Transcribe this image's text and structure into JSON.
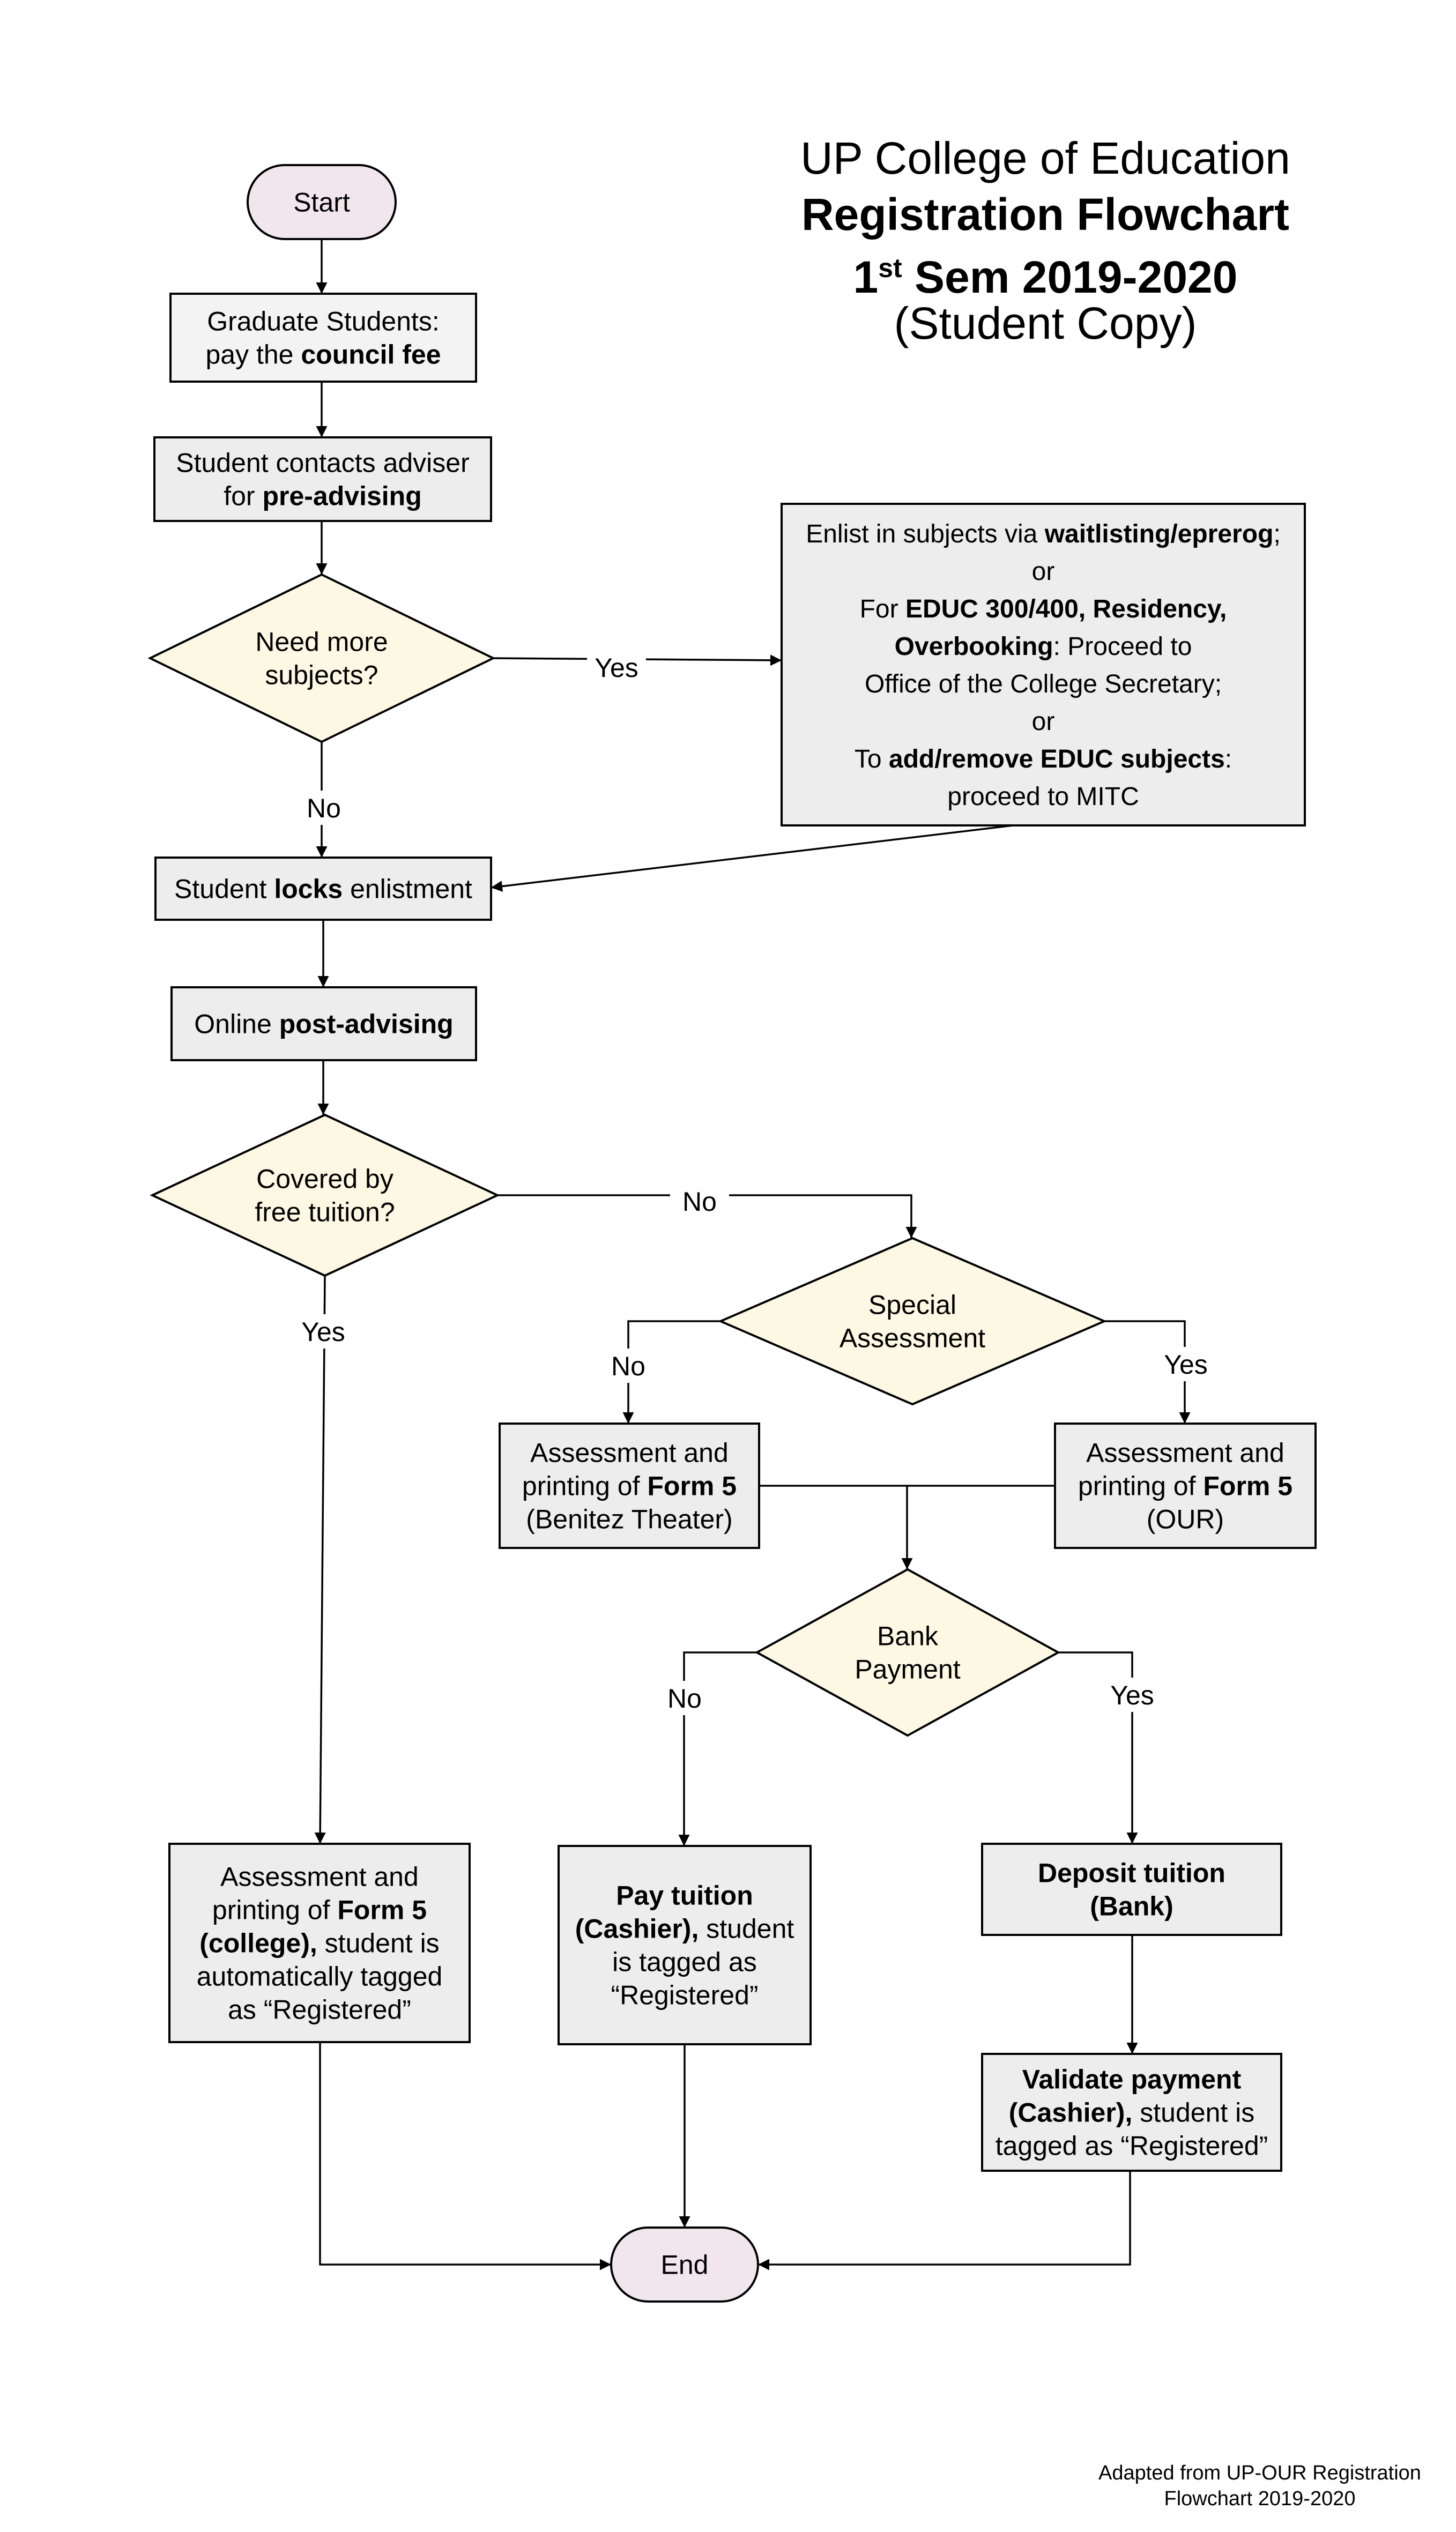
{
  "header": {
    "line1": "UP College of Education",
    "line2": "Registration Flowchart",
    "line3_main": "1",
    "line3_sup": "st",
    "line3_rest": " Sem 2019-2020",
    "line4": "(Student Copy)"
  },
  "footer": {
    "line1": "Adapted from UP-OUR Registration",
    "line2": "Flowchart 2019-2020"
  },
  "colors": {
    "terminal_fill": "#F2E6EE",
    "process_fill": "#EDEDED",
    "process_fill_light": "#F3F3F3",
    "decision_fill": "#FDF8E4",
    "stroke": "#000000"
  },
  "nodes": {
    "start": [
      [
        {
          "t": "Start"
        }
      ]
    ],
    "grad_fee": [
      [
        {
          "t": "Graduate Students:"
        }
      ],
      [
        {
          "t": "pay the "
        },
        {
          "t": "council fee",
          "b": true
        }
      ]
    ],
    "pre_advising": [
      [
        {
          "t": "Student contacts adviser"
        }
      ],
      [
        {
          "t": "for "
        },
        {
          "t": "pre-advising",
          "b": true
        }
      ]
    ],
    "need_more": [
      [
        {
          "t": "Need more"
        }
      ],
      [
        {
          "t": "subjects?"
        }
      ]
    ],
    "enlist": [
      [
        {
          "t": "Enlist in subjects via "
        },
        {
          "t": "waitlisting/eprerog",
          "b": true
        },
        {
          "t": ";"
        }
      ],
      [
        {
          "t": "or"
        }
      ],
      [
        {
          "t": "For "
        },
        {
          "t": "EDUC 300/400, Residency,",
          "b": true
        }
      ],
      [
        {
          "t": "Overbooking",
          "b": true
        },
        {
          "t": ": Proceed to"
        }
      ],
      [
        {
          "t": "Office of the College Secretary;"
        }
      ],
      [
        {
          "t": "or"
        }
      ],
      [
        {
          "t": "To "
        },
        {
          "t": "add/remove EDUC subjects",
          "b": true
        },
        {
          "t": ":"
        }
      ],
      [
        {
          "t": "proceed to MITC"
        }
      ]
    ],
    "locks": [
      [
        {
          "t": "Student "
        },
        {
          "t": "locks",
          "b": true
        },
        {
          "t": " enlistment"
        }
      ]
    ],
    "post_advising": [
      [
        {
          "t": "Online "
        },
        {
          "t": "post-advising",
          "b": true
        }
      ]
    ],
    "free_tuition": [
      [
        {
          "t": "Covered by"
        }
      ],
      [
        {
          "t": "free tuition?"
        }
      ]
    ],
    "special": [
      [
        {
          "t": "Special"
        }
      ],
      [
        {
          "t": "Assessment"
        }
      ]
    ],
    "form5_benitez": [
      [
        {
          "t": "Assessment and"
        }
      ],
      [
        {
          "t": "printing of "
        },
        {
          "t": "Form 5",
          "b": true
        }
      ],
      [
        {
          "t": "(Benitez Theater)"
        }
      ]
    ],
    "form5_our": [
      [
        {
          "t": "Assessment and"
        }
      ],
      [
        {
          "t": "printing of "
        },
        {
          "t": "Form 5",
          "b": true
        }
      ],
      [
        {
          "t": "(OUR)"
        }
      ]
    ],
    "bank": [
      [
        {
          "t": "Bank"
        }
      ],
      [
        {
          "t": "Payment"
        }
      ]
    ],
    "form5_college": [
      [
        {
          "t": "Assessment and"
        }
      ],
      [
        {
          "t": "printing of "
        },
        {
          "t": "Form 5",
          "b": true
        }
      ],
      [
        {
          "t": "(college),",
          "b": true
        },
        {
          "t": " student is"
        }
      ],
      [
        {
          "t": "automatically tagged"
        }
      ],
      [
        {
          "t": "as “Registered”"
        }
      ]
    ],
    "pay_cashier": [
      [
        {
          "t": "Pay tuition",
          "b": true
        }
      ],
      [
        {
          "t": "(Cashier),",
          "b": true
        },
        {
          "t": " student"
        }
      ],
      [
        {
          "t": "is tagged as"
        }
      ],
      [
        {
          "t": "“Registered”"
        }
      ]
    ],
    "deposit": [
      [
        {
          "t": "Deposit tuition",
          "b": true
        }
      ],
      [
        {
          "t": "(Bank)",
          "b": true
        }
      ]
    ],
    "validate": [
      [
        {
          "t": "Validate payment",
          "b": true
        }
      ],
      [
        {
          "t": "(Cashier),",
          "b": true
        },
        {
          "t": " student is"
        }
      ],
      [
        {
          "t": "tagged as “Registered”"
        }
      ]
    ],
    "end": [
      [
        {
          "t": "End"
        }
      ]
    ]
  },
  "edge_labels": {
    "yes_enlist": "Yes",
    "no_locks": "No",
    "no_special": "No",
    "yes_college": "Yes",
    "no_benitez": "No",
    "yes_our": "Yes",
    "no_cashier": "No",
    "yes_deposit": "Yes"
  }
}
